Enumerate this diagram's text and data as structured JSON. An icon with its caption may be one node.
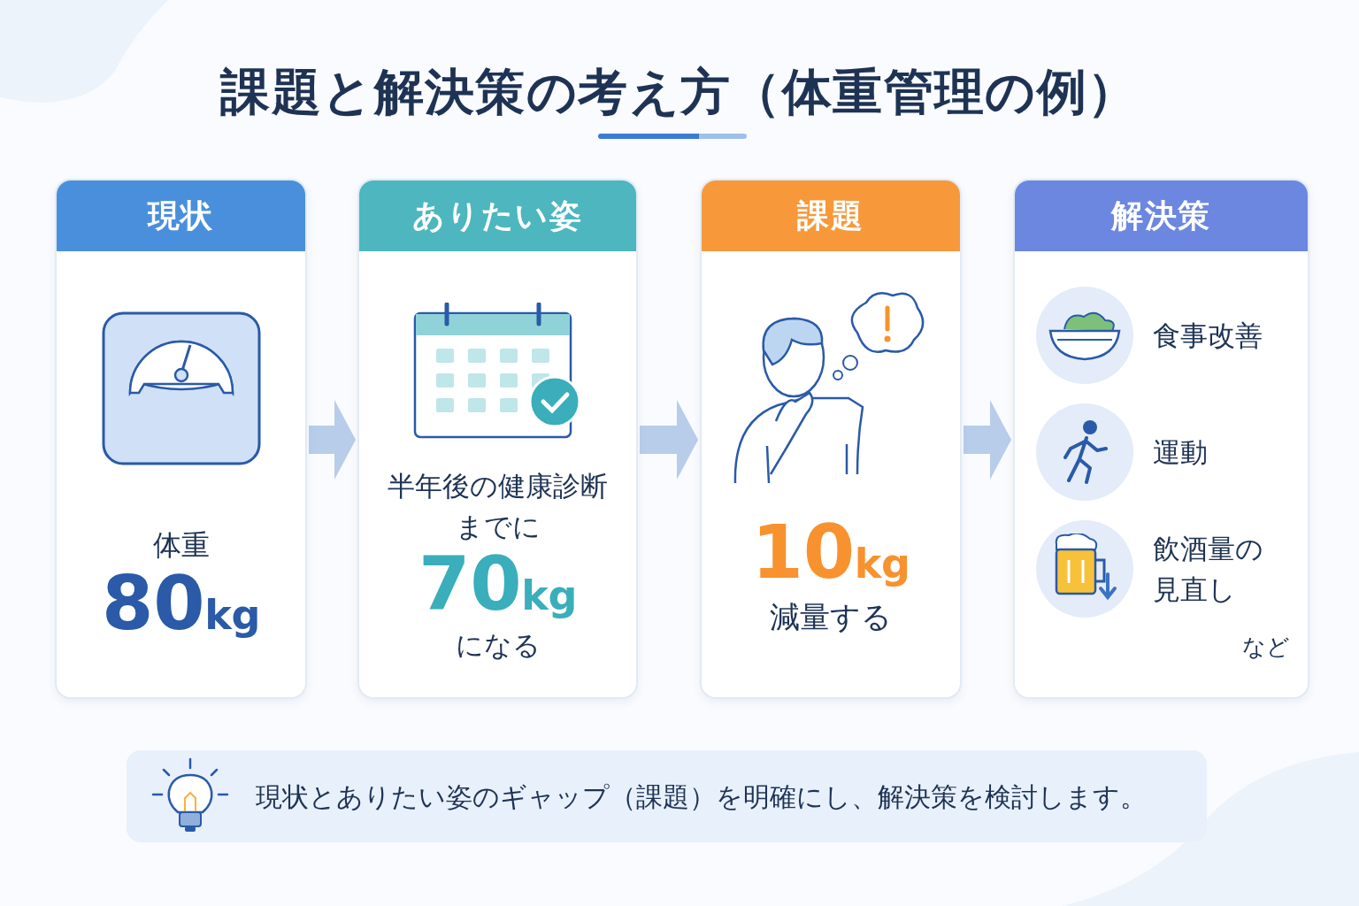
{
  "diagram": {
    "title": "課題と解決策の考え方（体重管理の例）",
    "nodes": [
      {
        "text": [
          "現状",
          "体重",
          "80kg"
        ]
      },
      {
        "text": [
          "ありたい姿",
          "半年後の健康診断までに",
          "70kg",
          "になる"
        ]
      },
      {
        "text": [
          "課題",
          "10kg",
          "減量する"
        ]
      },
      {
        "text": [
          "解決策",
          "食事改善",
          "運動",
          "飲酒量の見直し",
          "など"
        ]
      },
      {
        "text": [
          "現状とありたい姿のギャップ（課題）を明確にし、解決策を検討します。"
        ]
      }
    ],
    "edges": [
      {
        "from": 0,
        "to": 1,
        "arrow": "to"
      },
      {
        "from": 1,
        "to": 2,
        "arrow": "to"
      },
      {
        "from": 2,
        "to": 3,
        "arrow": "to"
      }
    ]
  }
}
